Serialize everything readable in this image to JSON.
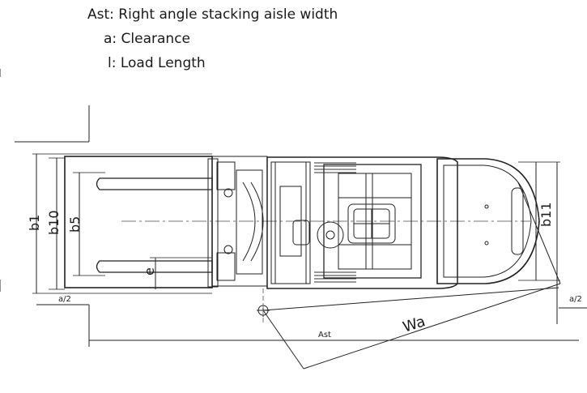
{
  "legend": {
    "ast": "Ast: Right angle stacking aisle width",
    "a": "a: Clearance",
    "l": "l: Load Length"
  },
  "dimensions": {
    "b1": "b1",
    "b10": "b10",
    "b5": "b5",
    "b11": "b11",
    "e": "e",
    "a_half": "a/2",
    "ast": "Ast",
    "wa": "Wa"
  }
}
